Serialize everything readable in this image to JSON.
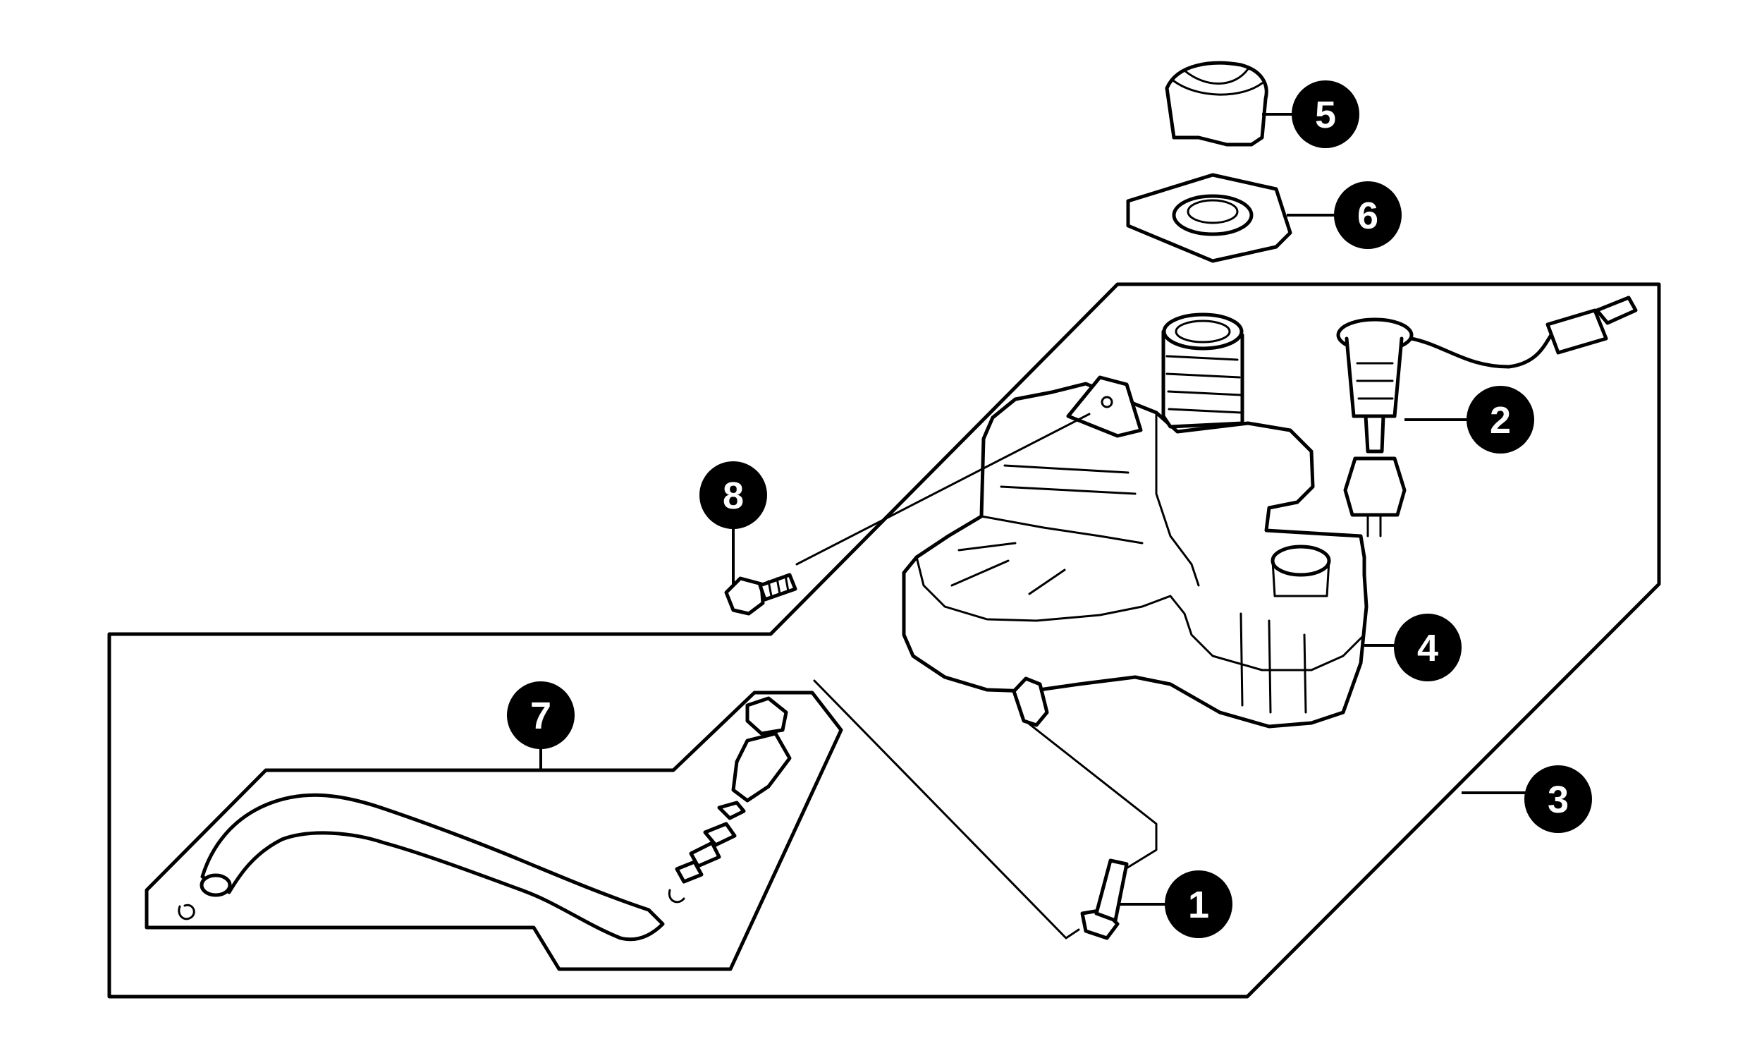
{
  "callouts": [
    {
      "id": "1",
      "label": "1"
    },
    {
      "id": "2",
      "label": "2"
    },
    {
      "id": "3",
      "label": "3"
    },
    {
      "id": "4",
      "label": "4"
    },
    {
      "id": "5",
      "label": "5"
    },
    {
      "id": "6",
      "label": "6"
    },
    {
      "id": "7",
      "label": "7"
    },
    {
      "id": "8",
      "label": "8"
    }
  ],
  "colors": {
    "line": "#000000",
    "callout_fill": "#000000",
    "callout_text": "#ffffff",
    "background": "#ffffff"
  }
}
